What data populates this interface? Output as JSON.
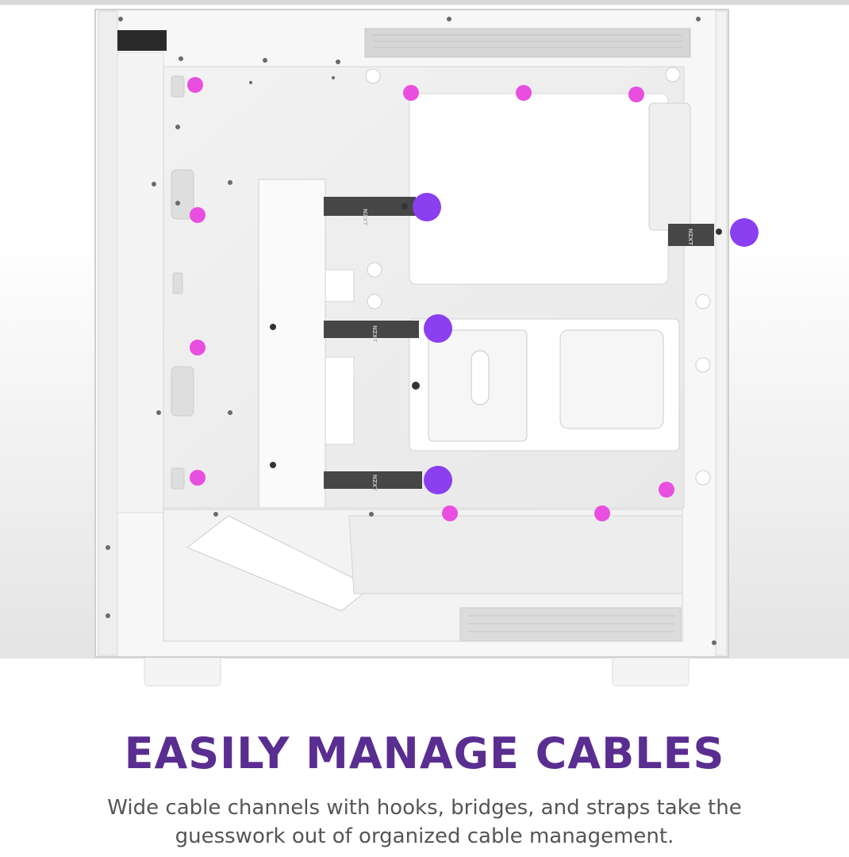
{
  "headline": "EASILY MANAGE CABLES",
  "description": {
    "line1": "Wide cable channels with hooks, bridges, and straps take the",
    "line2": "guesswork out of organized cable management."
  },
  "strap_label": "NZXT",
  "colors": {
    "headline": "#5a2d91",
    "hook_marker": "#e84fe0",
    "strap_marker": "#8a3ff0",
    "background_top": "#ffffff",
    "background_bottom": "#e6e6e6",
    "strap": "#444444"
  }
}
